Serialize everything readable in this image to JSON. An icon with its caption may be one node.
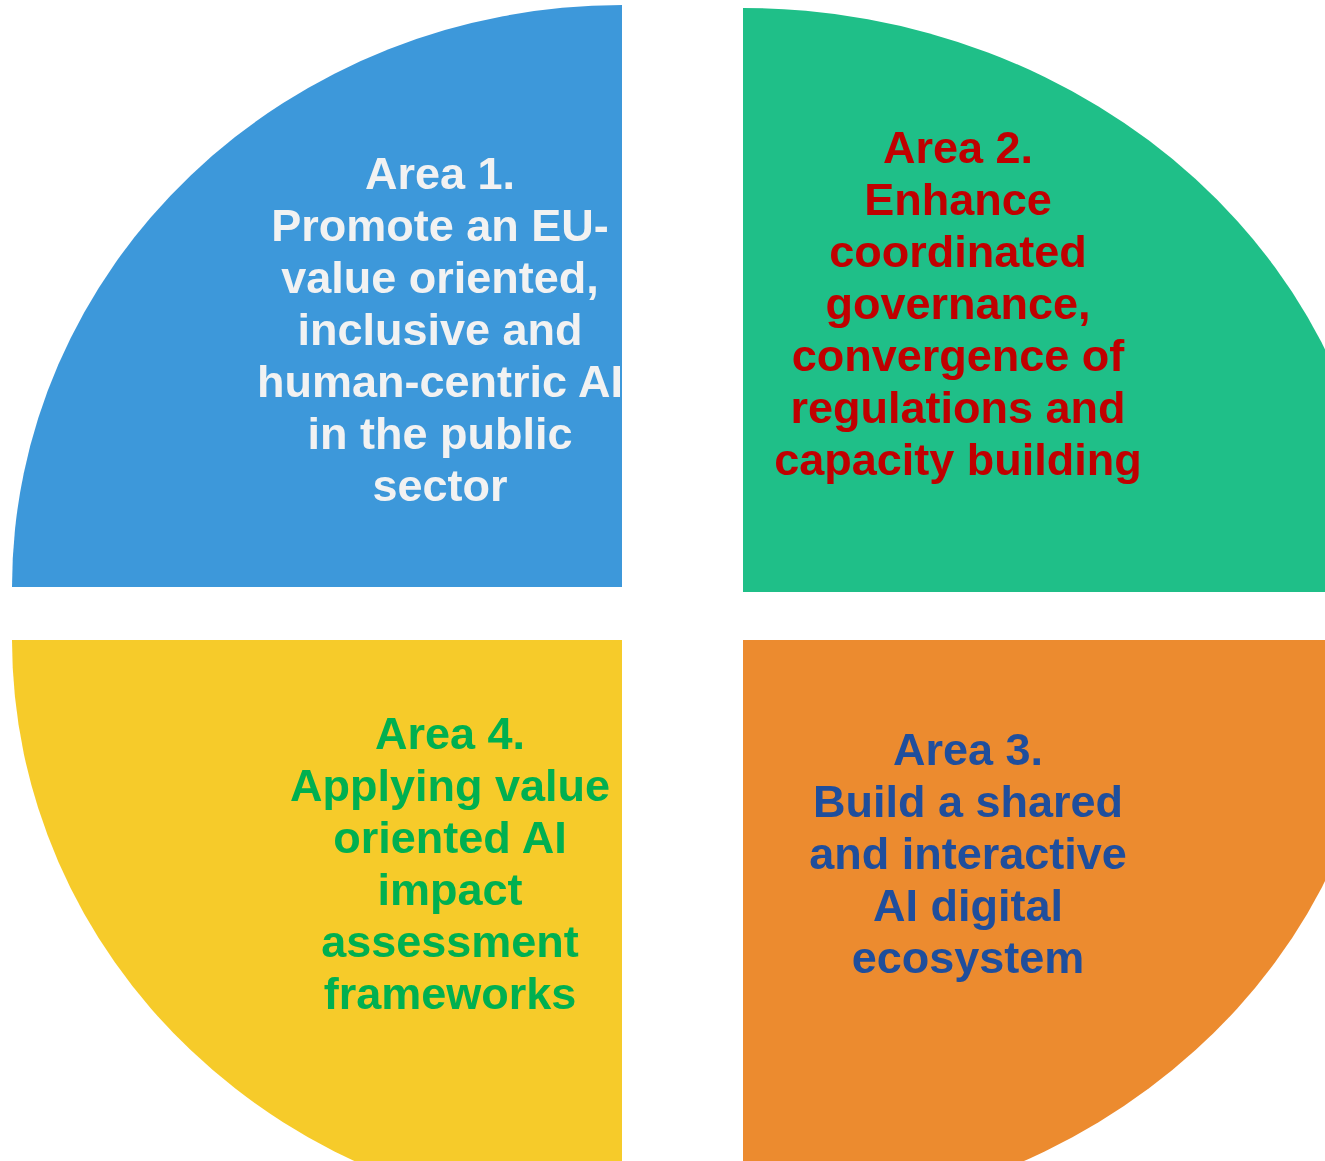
{
  "diagram": {
    "nodes": [
      {
        "text": [
          "Area 1.",
          "Promote an EU-value oriented, inclusive and human-centric AI in the public sector"
        ]
      },
      {
        "text": [
          "Area 2.",
          "Enhance coordinated governance, convergence of regulations and capacity building"
        ]
      },
      {
        "text": [
          "Area 4.",
          "Applying value oriented AI impact assessment frameworks"
        ]
      },
      {
        "text": [
          "Area 3.",
          "Build a shared and interactive AI digital ecosystem"
        ]
      }
    ]
  }
}
